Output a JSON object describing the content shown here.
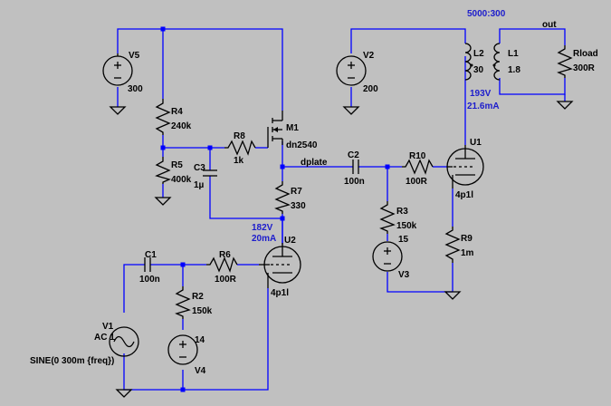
{
  "directive": "5000:300",
  "colors": {
    "wire": "#0000ff",
    "component": "#000000",
    "annotation": "#1c1ccc",
    "background": "#c0c0c0"
  },
  "nets": {
    "out": "out",
    "dplate": "dplate"
  },
  "components": {
    "v5": {
      "name": "V5",
      "value": "300"
    },
    "v2": {
      "name": "V2",
      "value": "200"
    },
    "v1": {
      "name": "V1",
      "value": "AC 1",
      "source": "SINE(0 300m {freq})"
    },
    "v3": {
      "name": "V3",
      "value": "15"
    },
    "v4": {
      "name": "V4",
      "value": "14"
    },
    "r4": {
      "name": "R4",
      "value": "240k"
    },
    "r5": {
      "name": "R5",
      "value": "400k"
    },
    "r8": {
      "name": "R8",
      "value": "1k"
    },
    "r7": {
      "name": "R7",
      "value": "330"
    },
    "r10": {
      "name": "R10",
      "value": "100R"
    },
    "r3": {
      "name": "R3",
      "value": "150k"
    },
    "r9": {
      "name": "R9",
      "value": "1m"
    },
    "r6": {
      "name": "R6",
      "value": "100R"
    },
    "r2": {
      "name": "R2",
      "value": "150k"
    },
    "rload": {
      "name": "Rload",
      "value": "300R"
    },
    "c3": {
      "name": "C3",
      "value": "1µ"
    },
    "c2": {
      "name": "C2",
      "value": "100n"
    },
    "c1": {
      "name": "C1",
      "value": "100n"
    },
    "m1": {
      "name": "M1",
      "value": "dn2540"
    },
    "l2": {
      "name": "L2",
      "value": "30"
    },
    "l1": {
      "name": "L1",
      "value": "1.8"
    },
    "u1": {
      "name": "U1",
      "value": "4p1l"
    },
    "u2": {
      "name": "U2",
      "value": "4p1l"
    }
  },
  "operating_points": {
    "u1": {
      "voltage": "193V",
      "current": "21.6mA"
    },
    "u2": {
      "voltage": "182V",
      "current": "20mA"
    }
  }
}
